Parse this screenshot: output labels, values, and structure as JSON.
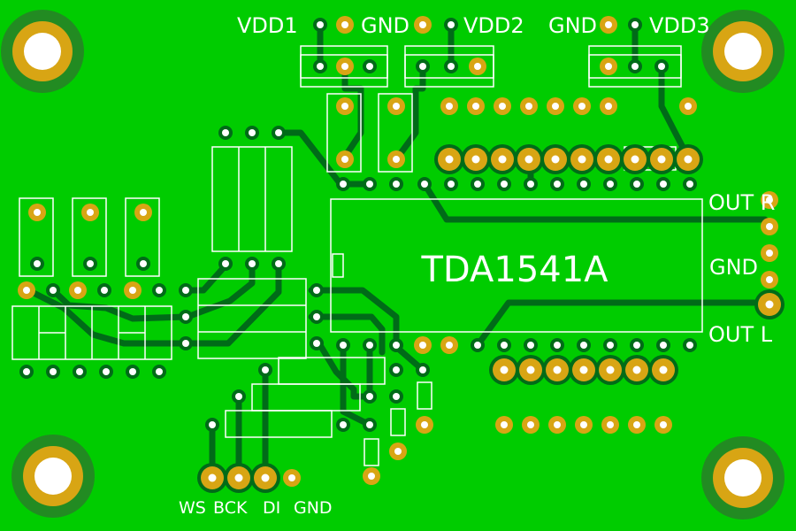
{
  "board": {
    "colors": {
      "board": "#00cc00",
      "trace": "#006b18",
      "pad": "#d8a514",
      "silkscreen": "#ffffff",
      "hole": "#ffffff"
    },
    "ic_label": "TDA1541A",
    "power_labels": {
      "vdd1": "VDD1",
      "gnd1": "GND",
      "vdd2": "VDD2",
      "gnd2": "GND",
      "vdd3": "VDD3"
    },
    "output_labels": {
      "out_r": "OUT R",
      "gnd": "GND",
      "out_l": "OUT L"
    },
    "input_labels": {
      "ws": "WS",
      "bck": "BCK",
      "di": "DI",
      "gnd": "GND"
    }
  }
}
